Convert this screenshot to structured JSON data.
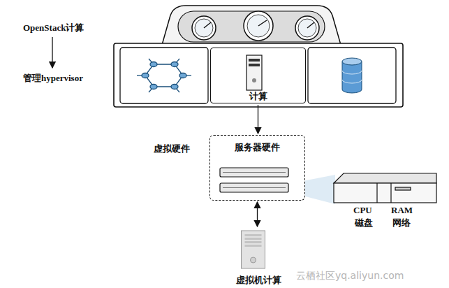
{
  "diagram": {
    "nodes": [
      {
        "text": [
          "计算"
        ]
      },
      {
        "text": [
          "服务器硬件"
        ]
      },
      {
        "text": [
          "虚拟机计算"
        ]
      }
    ],
    "edges": [
      {
        "from": 0,
        "to": 1,
        "arrow": "to"
      },
      {
        "from": 1,
        "to": 2,
        "arrow": "both"
      }
    ],
    "labels": [
      "OpenStack计算",
      "管理hypervisor",
      "虚拟硬件",
      "CPU",
      "RAM",
      "磁盘",
      "网络",
      "云栖社区yq.aliyun.com"
    ]
  }
}
